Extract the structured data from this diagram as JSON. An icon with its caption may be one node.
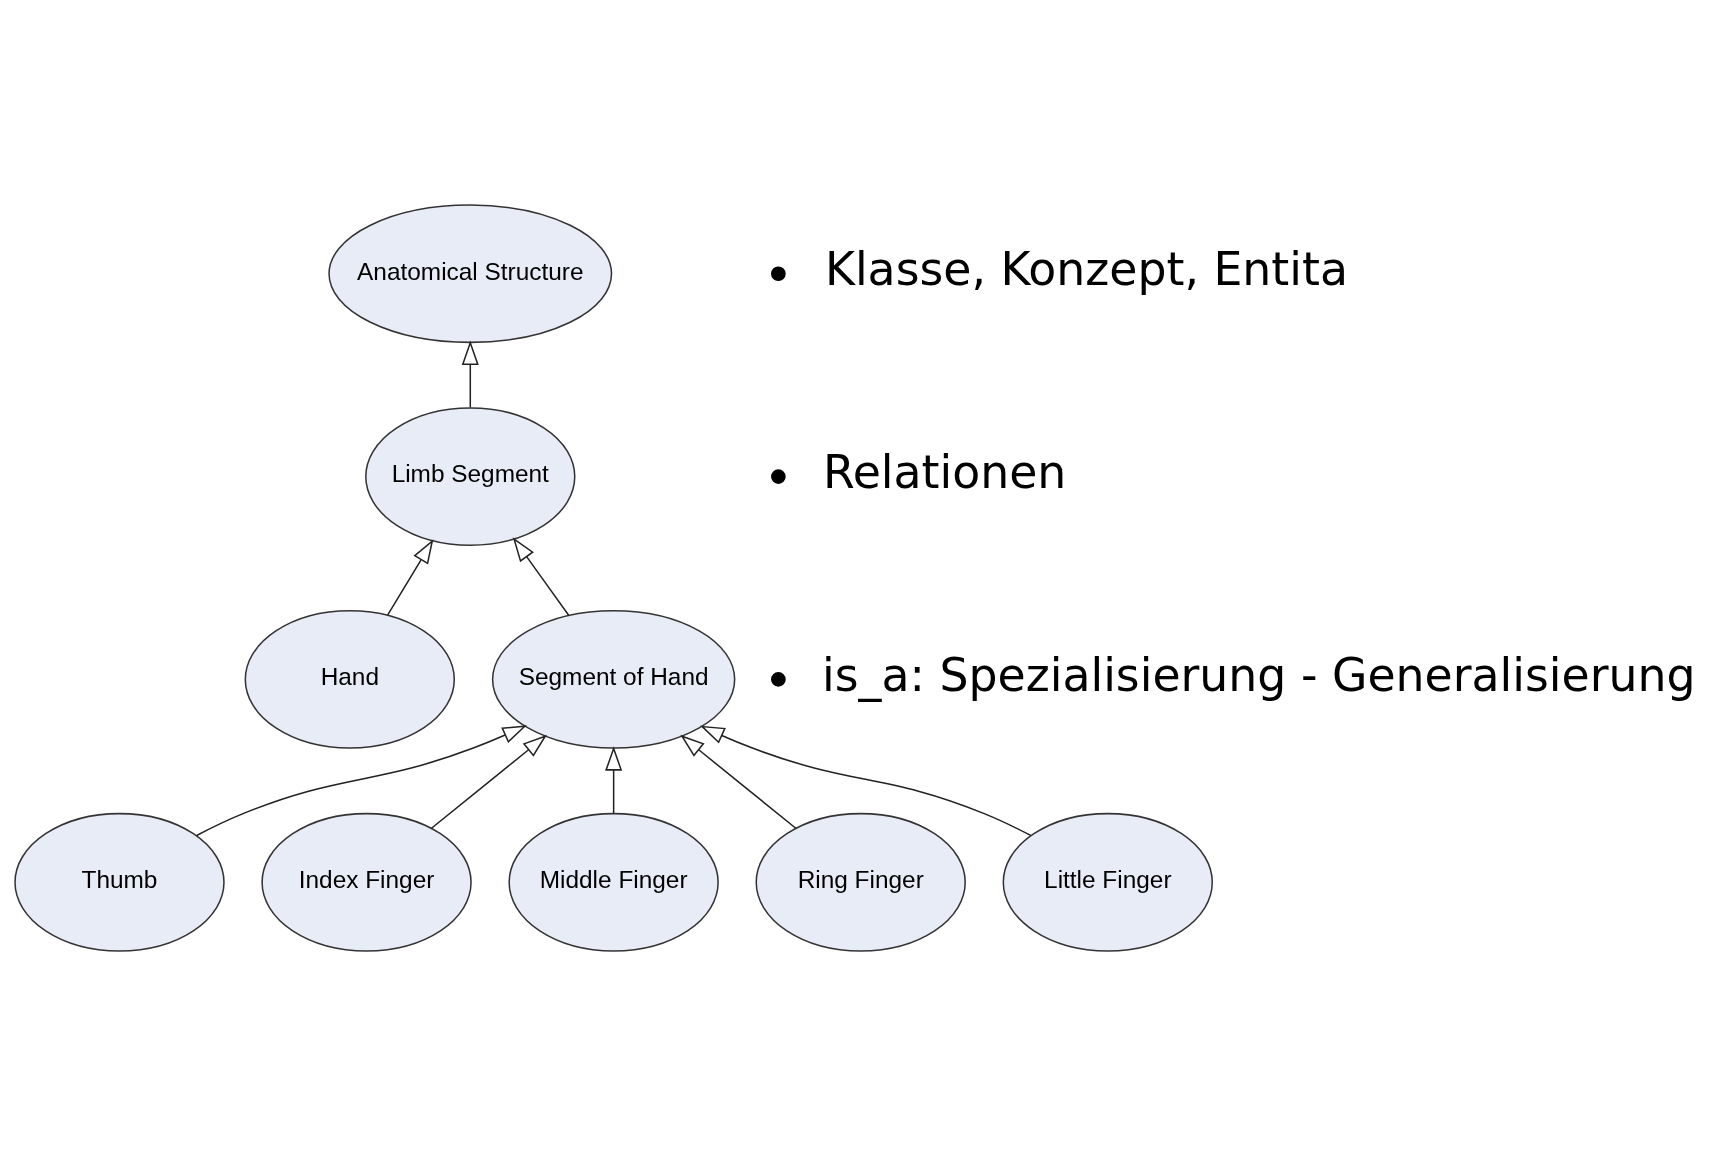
{
  "diagram": {
    "nodes": [
      {
        "text": [
          "Anatomical Structure"
        ]
      },
      {
        "text": [
          "Limb Segment"
        ]
      },
      {
        "text": [
          "Hand"
        ]
      },
      {
        "text": [
          "Segment of Hand"
        ]
      },
      {
        "text": [
          "Thumb"
        ]
      },
      {
        "text": [
          "Index Finger"
        ]
      },
      {
        "text": [
          "Middle Finger"
        ]
      },
      {
        "text": [
          "Ring Finger"
        ]
      },
      {
        "text": [
          "Little Finger"
        ]
      }
    ],
    "edges": [
      {
        "from": 1,
        "to": 0,
        "arrow": "to"
      },
      {
        "from": 2,
        "to": 1,
        "arrow": "to"
      },
      {
        "from": 3,
        "to": 1,
        "arrow": "to"
      },
      {
        "from": 4,
        "to": 3,
        "arrow": "to"
      },
      {
        "from": 5,
        "to": 3,
        "arrow": "to"
      },
      {
        "from": 6,
        "to": 3,
        "arrow": "to"
      },
      {
        "from": 7,
        "to": 3,
        "arrow": "to"
      },
      {
        "from": 8,
        "to": 3,
        "arrow": "to"
      }
    ],
    "labels": [
      "Klasse, Konzept, Entita",
      "Relationen",
      "is_a: Spezialisierung - Generalisierung"
    ]
  }
}
